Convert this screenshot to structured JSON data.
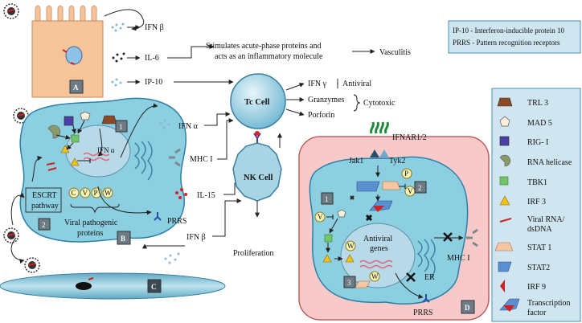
{
  "abbrev_box": {
    "line1": "IP-10 - Interferon-inducible protein 10",
    "line2": "PRRS -  Pattern recognition receptors"
  },
  "cell_a": {
    "panel": "A",
    "outputs": [
      "IFN β",
      "IL-6",
      "IP-10"
    ]
  },
  "acute_phase_text": {
    "line1": "Stimulates acute-phase proteins and",
    "line2": "acts as an inflammatory molecule"
  },
  "vasculitis": "Vasculitis",
  "tc_cell": {
    "label": "Tc Cell",
    "outputs": [
      "IFN γ",
      "Granzymes",
      "Porforin"
    ],
    "antiviral": "Antiviral",
    "cytotoxic": "Cytotoxic"
  },
  "nk_cell": {
    "label": "NK Cell",
    "proliferation": "Proliferation"
  },
  "cell_b": {
    "panel": "B",
    "nucleus_label": "IFN α",
    "escrt": [
      "ESCRT",
      "pathway"
    ],
    "escrt_num": "2",
    "num1": "1",
    "viral_proteins": [
      "Viral pathogenic",
      "proteins"
    ],
    "protein_letters": [
      "C",
      "V",
      "P",
      "W"
    ],
    "outputs": {
      "ifn_alpha": "IFN α",
      "mhc": "MHC I",
      "il15": "IL-15",
      "prrs": "PRRS",
      "ifn_beta": "IFN β"
    }
  },
  "cell_c": {
    "panel": "C"
  },
  "cell_d": {
    "panel": "D",
    "ifnar": "IFNAR1/2",
    "jak1": "Jak1",
    "tyk2": "Tyk2",
    "nucleus": [
      "Antiviral",
      "genes"
    ],
    "er": "ER",
    "mhc": "MHC I",
    "prrs": "PRRS",
    "num1": "1",
    "num2": "2",
    "num3": "3",
    "letters": [
      "P",
      "V",
      "V",
      "W",
      "W"
    ]
  },
  "legend": [
    {
      "label": "TRL 3",
      "icon": "trl3"
    },
    {
      "label": "MAD 5",
      "icon": "mad5"
    },
    {
      "label": "RIG- I",
      "icon": "rig1"
    },
    {
      "label": "RNA helicase",
      "icon": "helicase"
    },
    {
      "label": "TBK1",
      "icon": "tbk1"
    },
    {
      "label": "IRF 3",
      "icon": "irf3"
    },
    {
      "label": "Viral RNA/ dsDNA",
      "lines": [
        "Viral RNA/",
        "dsDNA"
      ],
      "icon": "viral-rna"
    },
    {
      "label": "STAT 1",
      "icon": "stat1"
    },
    {
      "label": "STAT2",
      "icon": "stat2"
    },
    {
      "label": "IRF 9",
      "icon": "irf9"
    },
    {
      "label": "Transcription factor",
      "lines": [
        "Transcription",
        "factor"
      ],
      "icon": "transcription-factor"
    }
  ],
  "colors": {
    "cell_fill": "#8ccfe0",
    "cell_stroke": "#2e7fa8",
    "cell_a_fill": "#f6c49a",
    "cell_d_bg": "#f7c9c9",
    "nucleus_fill": "#b7d9e8",
    "legend_fill": "#cfe6f0"
  }
}
